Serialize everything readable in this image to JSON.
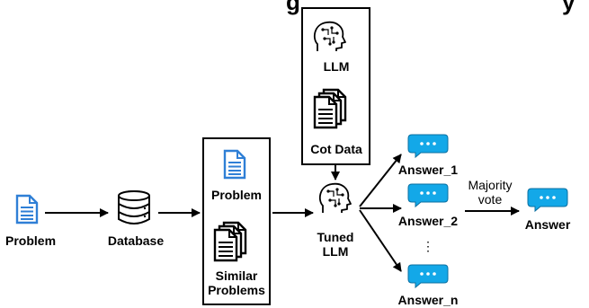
{
  "title_fragment": "g",
  "title_fragment_right": "y",
  "nodes": {
    "problem_input": "Problem",
    "database": "Database",
    "retrieved_problem": "Problem",
    "similar_problems": "Similar\nProblems",
    "llm": "LLM",
    "cot_data": "Cot Data",
    "tuned_llm": "Tuned\nLLM",
    "answer_1": "Answer_1",
    "answer_2": "Answer_2",
    "ellipsis": "⋮",
    "answer_n": "Answer_n",
    "majority_vote": "Majority\nvote",
    "final_answer": "Answer"
  },
  "colors": {
    "doc_blue": "#2f7fd6",
    "bubble_blue": "#13a8e8",
    "stroke": "#000000"
  },
  "icons": [
    "document-icon",
    "database-icon",
    "documents-stack-icon",
    "brain-head-icon",
    "chat-bubble-icon"
  ]
}
